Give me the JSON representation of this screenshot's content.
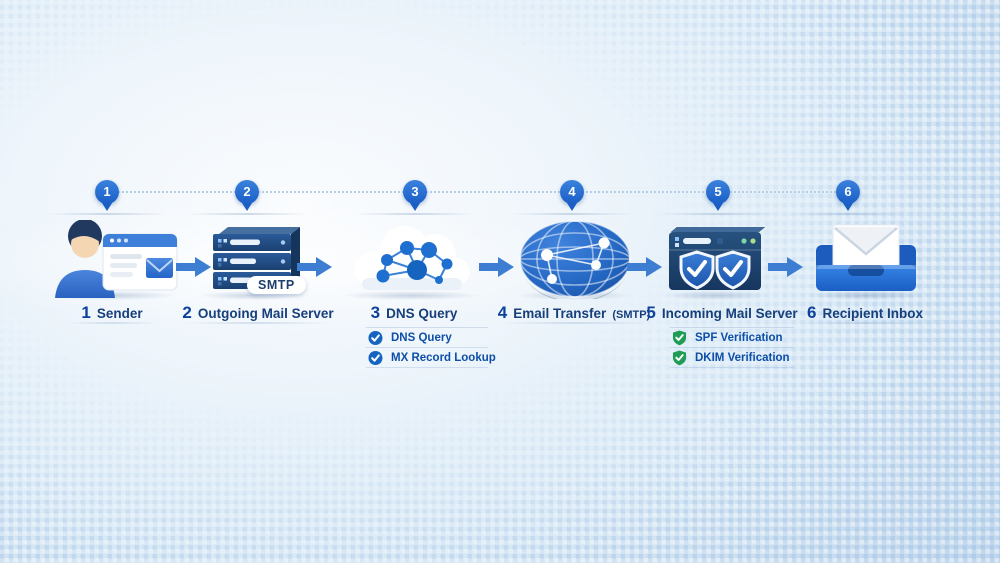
{
  "colors": {
    "accent_blue": "#2e6fc8",
    "pin_blue": "#1a5ec6",
    "arrow_blue": "#3d7ed2",
    "number_text": "#0c419c",
    "label_text": "#163f7b",
    "check_text": "#0d4fa8",
    "check_green": "#1f9d55",
    "check_circle_blue": "#1565c0",
    "server_navy": "#1c3f6e",
    "background_blue": "#cfe1f2"
  },
  "diagram": {
    "steps": [
      {
        "num": "1",
        "label": "Sender",
        "icon": "person-with-email-window-icon"
      },
      {
        "num": "2",
        "label": "Outgoing Mail Server",
        "icon": "server-stack-icon",
        "badge": "SMTP"
      },
      {
        "num": "3",
        "label": "DNS Query",
        "icon": "network-cloud-icon",
        "checks": [
          "DNS Query",
          "MX Record Lookup"
        ]
      },
      {
        "num": "4",
        "label": "Email Transfer",
        "label_suffix": "(SMTP)",
        "icon": "globe-network-icon"
      },
      {
        "num": "5",
        "label": "Incoming Mail Server",
        "icon": "server-with-shields-icon",
        "checks": [
          "SPF Verification",
          "DKIM Verification"
        ]
      },
      {
        "num": "6",
        "label": "Recipient Inbox",
        "icon": "inbox-tray-envelope-icon"
      }
    ]
  }
}
